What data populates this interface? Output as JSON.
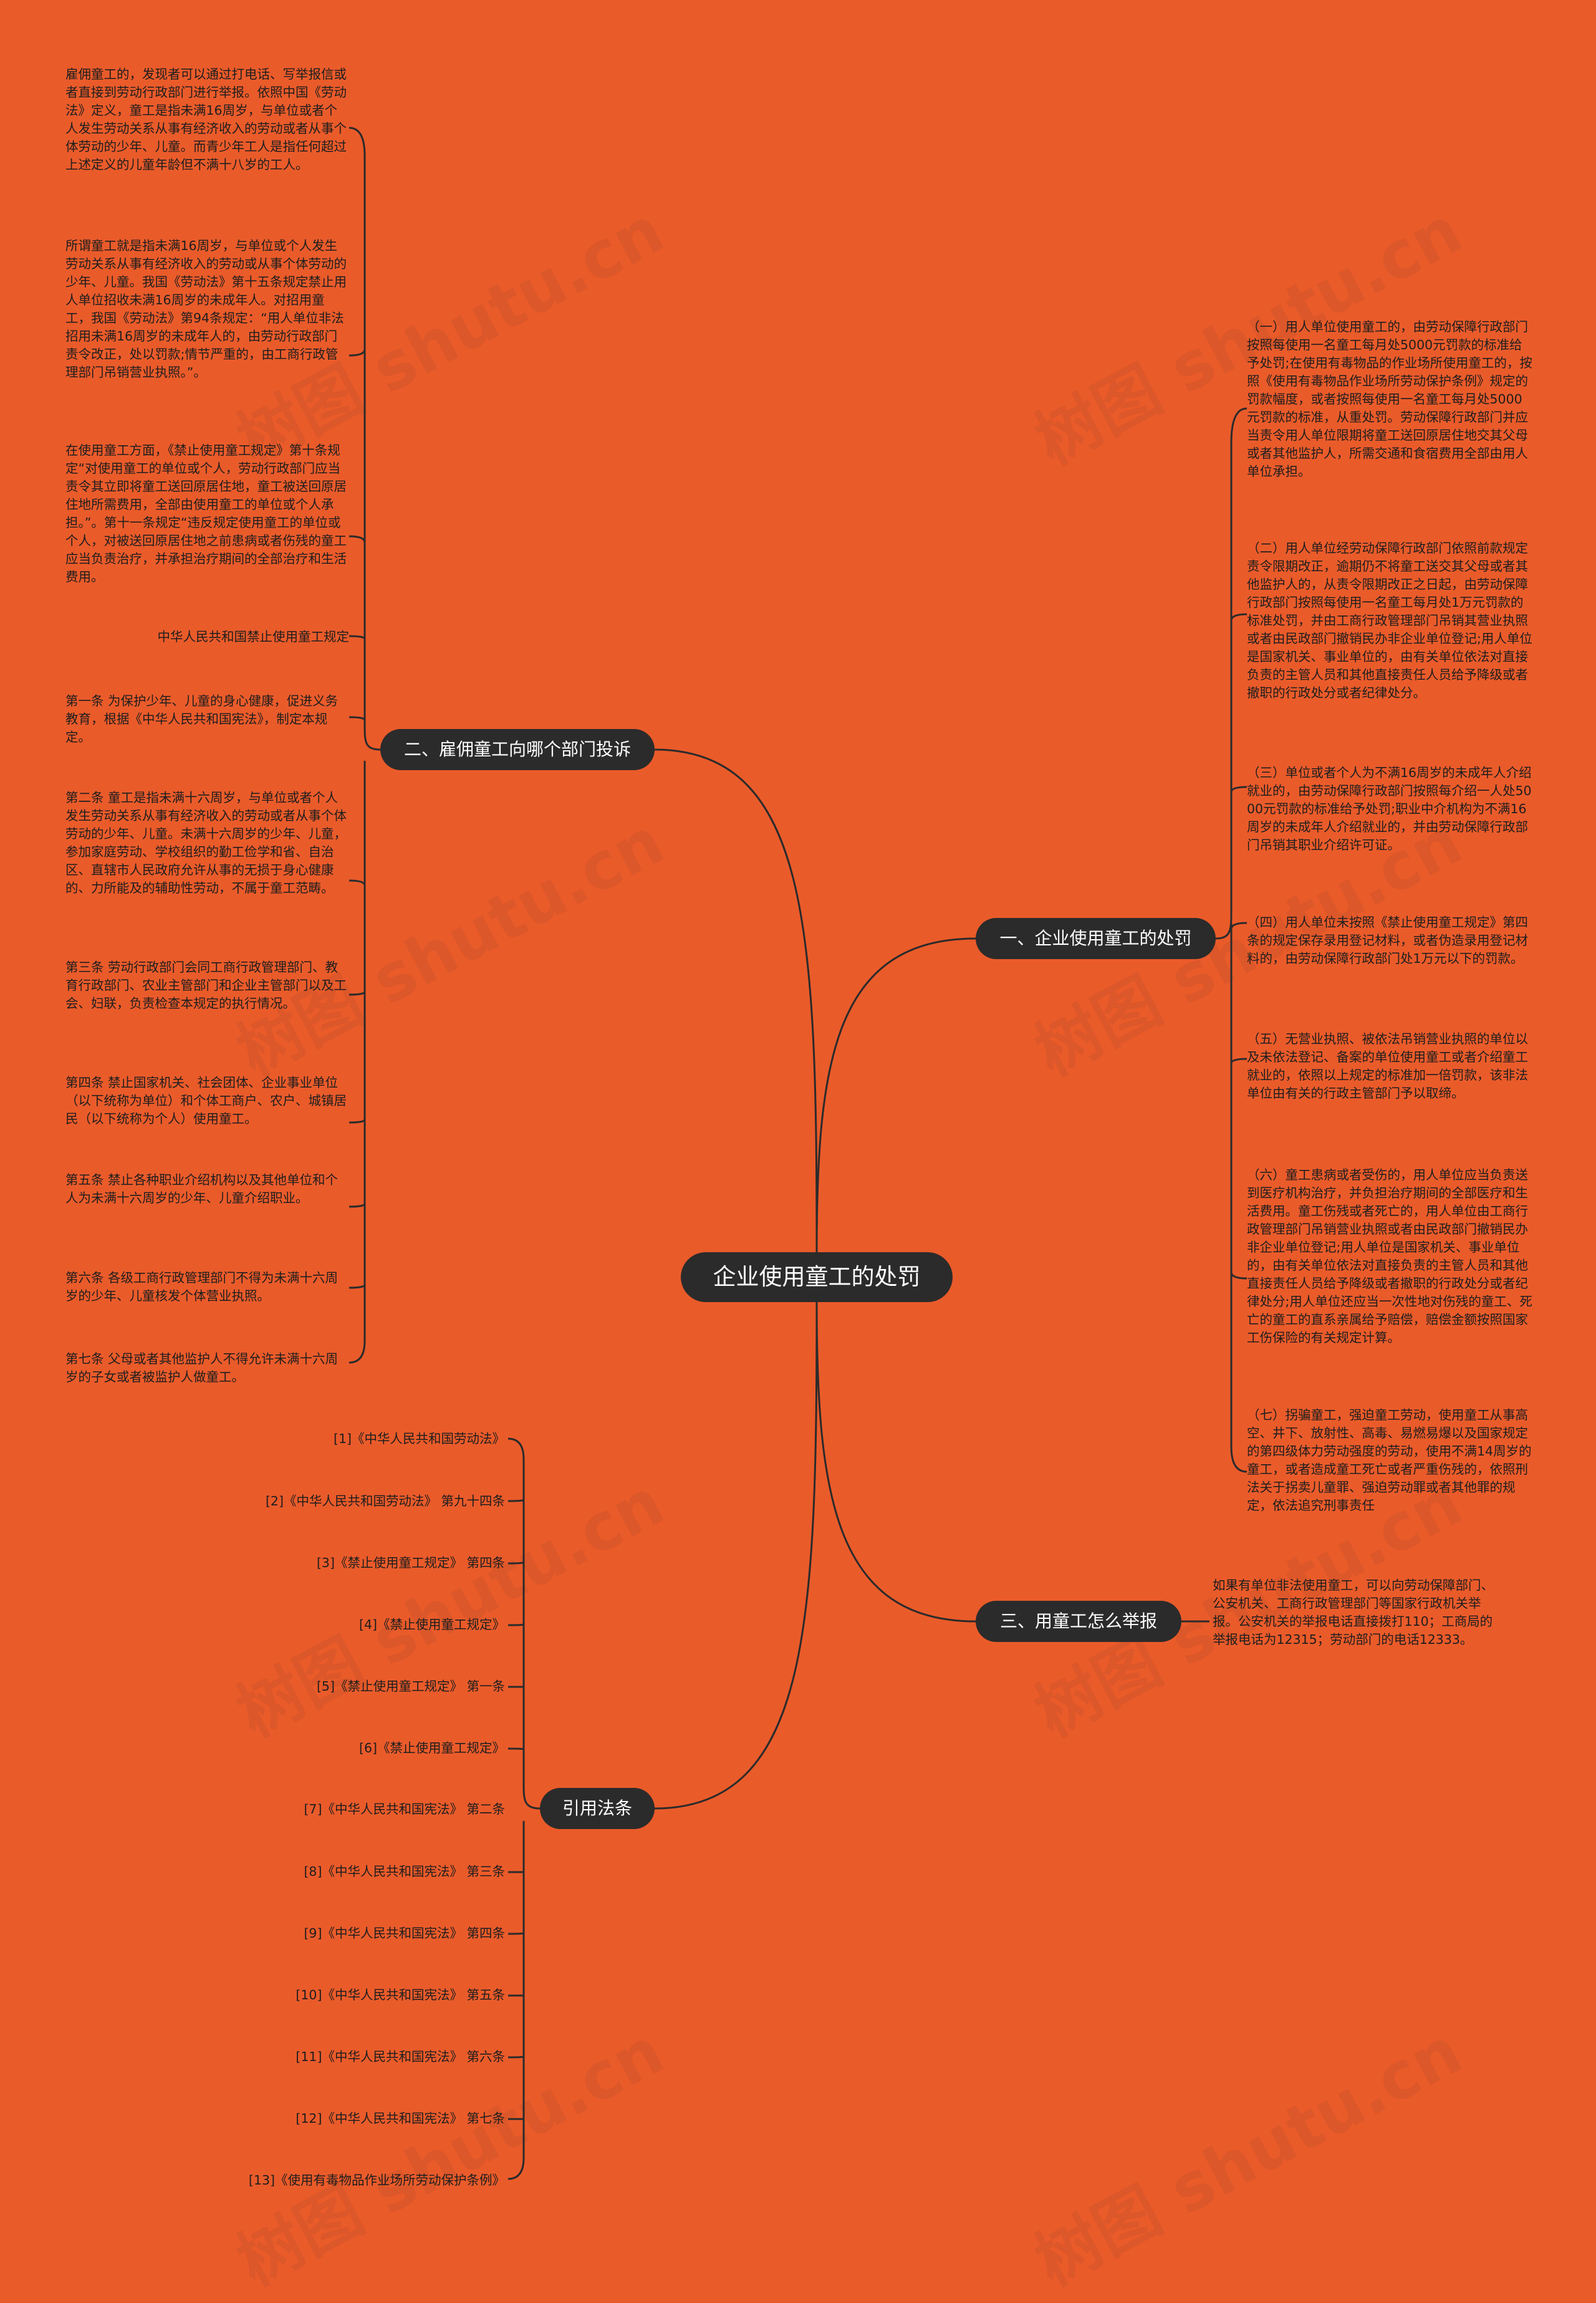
{
  "watermark": "树图 shutu.cn",
  "colors": {
    "background": "#ea5b2a",
    "node": "#2b2b2b",
    "line": "#2b2b2b"
  },
  "root": "企业使用童工的处罚",
  "branch1": {
    "label": "一、企业使用童工的处罚",
    "items": [
      "（一）用人单位使用童工的，由劳动保障行政部门按照每使用一名童工每月处5000元罚款的标准给予处罚;在使用有毒物品的作业场所使用童工的，按照《使用有毒物品作业场所劳动保护条例》规定的罚款幅度，或者按照每使用一名童工每月处5000元罚款的标准，从重处罚。劳动保障行政部门并应当责令用人单位限期将童工送回原居住地交其父母或者其他监护人，所需交通和食宿费用全部由用人单位承担。",
      "（二）用人单位经劳动保障行政部门依照前款规定责令限期改正，逾期仍不将童工送交其父母或者其他监护人的，从责令限期改正之日起，由劳动保障行政部门按照每使用一名童工每月处1万元罚款的标准处罚，并由工商行政管理部门吊销其营业执照或者由民政部门撤销民办非企业单位登记;用人单位是国家机关、事业单位的，由有关单位依法对直接负责的主管人员和其他直接责任人员给予降级或者撤职的行政处分或者纪律处分。",
      "（三）单位或者个人为不满16周岁的未成年人介绍就业的，由劳动保障行政部门按照每介绍一人处5000元罚款的标准给予处罚;职业中介机构为不满16周岁的未成年人介绍就业的，并由劳动保障行政部门吊销其职业介绍许可证。",
      "（四）用人单位未按照《禁止使用童工规定》第四条的规定保存录用登记材料，或者伪造录用登记材料的，由劳动保障行政部门处1万元以下的罚款。",
      "（五）无营业执照、被依法吊销营业执照的单位以及未依法登记、备案的单位使用童工或者介绍童工就业的，依照以上规定的标准加一倍罚款，该非法单位由有关的行政主管部门予以取缔。",
      "（六）童工患病或者受伤的，用人单位应当负责送到医疗机构治疗，并负担治疗期间的全部医疗和生活费用。童工伤残或者死亡的，用人单位由工商行政管理部门吊销营业执照或者由民政部门撤销民办非企业单位登记;用人单位是国家机关、事业单位的，由有关单位依法对直接负责的主管人员和其他直接责任人员给予降级或者撤职的行政处分或者纪律处分;用人单位还应当一次性地对伤残的童工、死亡的童工的直系亲属给予赔偿，赔偿金额按照国家工伤保险的有关规定计算。",
      "（七）拐骗童工，强迫童工劳动，使用童工从事高空、井下、放射性、高毒、易燃易爆以及国家规定的第四级体力劳动强度的劳动，使用不满14周岁的童工，或者造成童工死亡或者严重伤残的，依照刑法关于拐卖儿童罪、强迫劳动罪或者其他罪的规定，依法追究刑事责任"
    ]
  },
  "branch2": {
    "label": "二、雇佣童工向哪个部门投诉",
    "items": [
      "雇佣童工的，发现者可以通过打电话、写举报信或者直接到劳动行政部门进行举报。依照中国《劳动法》定义，童工是指未满16周岁，与单位或者个人发生劳动关系从事有经济收入的劳动或者从事个体劳动的少年、儿童。而青少年工人是指任何超过上述定义的儿童年龄但不满十八岁的工人。",
      "所谓童工就是指未满16周岁，与单位或个人发生劳动关系从事有经济收入的劳动或从事个体劳动的少年、儿童。我国《劳动法》第十五条规定禁止用人单位招收未满16周岁的未成年人。对招用童工，我国《劳动法》第94条规定：“用人单位非法招用未满16周岁的未成年人的，由劳动行政部门责令改正，处以罚款;情节严重的，由工商行政管理部门吊销营业执照。”。",
      "在使用童工方面，《禁止使用童工规定》第十条规定“对使用童工的单位或个人，劳动行政部门应当责令其立即将童工送回原居住地，童工被送回原居住地所需费用，全部由使用童工的单位或个人承担。”。第十一条规定“违反规定使用童工的单位或个人，对被送回原居住地之前患病或者伤残的童工应当负责治疗，并承担治疗期间的全部治疗和生活费用。",
      "中华人民共和国禁止使用童工规定",
      "第一条 为保护少年、儿童的身心健康，促进义务教育，根据《中华人民共和国宪法》，制定本规定。",
      "第二条 童工是指未满十六周岁，与单位或者个人发生劳动关系从事有经济收入的劳动或者从事个体劳动的少年、儿童。未满十六周岁的少年、儿童，参加家庭劳动、学校组织的勤工俭学和省、自治区、直辖市人民政府允许从事的无损于身心健康的、力所能及的辅助性劳动，不属于童工范畴。",
      "第三条 劳动行政部门会同工商行政管理部门、教育行政部门、农业主管部门和企业主管部门以及工会、妇联，负责检查本规定的执行情况。",
      "第四条 禁止国家机关、社会团体、企业事业单位（以下统称为单位）和个体工商户、农户、城镇居民（以下统称为个人）使用童工。",
      "第五条 禁止各种职业介绍机构以及其他单位和个人为未满十六周岁的少年、儿童介绍职业。",
      "第六条 各级工商行政管理部门不得为未满十六周岁的少年、儿童核发个体营业执照。",
      "第七条 父母或者其他监护人不得允许未满十六周岁的子女或者被监护人做童工。"
    ]
  },
  "branch3": {
    "label": "三、用童工怎么举报",
    "items": [
      "如果有单位非法使用童工，可以向劳动保障部门、公安机关、工商行政管理部门等国家行政机关举报。公安机关的举报电话直接拨打110；工商局的举报电话为12315；劳动部门的电话12333。"
    ]
  },
  "branch4": {
    "label": "引用法条",
    "items": [
      "[1]《中华人民共和国劳动法》",
      "[2]《中华人民共和国劳动法》 第九十四条",
      "[3]《禁止使用童工规定》 第四条",
      "[4]《禁止使用童工规定》",
      "[5]《禁止使用童工规定》 第一条",
      "[6]《禁止使用童工规定》",
      "[7]《中华人民共和国宪法》 第二条",
      "[8]《中华人民共和国宪法》 第三条",
      "[9]《中华人民共和国宪法》 第四条",
      "[10]《中华人民共和国宪法》 第五条",
      "[11]《中华人民共和国宪法》 第六条",
      "[12]《中华人民共和国宪法》 第七条",
      "[13]《使用有毒物品作业场所劳动保护条例》"
    ]
  }
}
